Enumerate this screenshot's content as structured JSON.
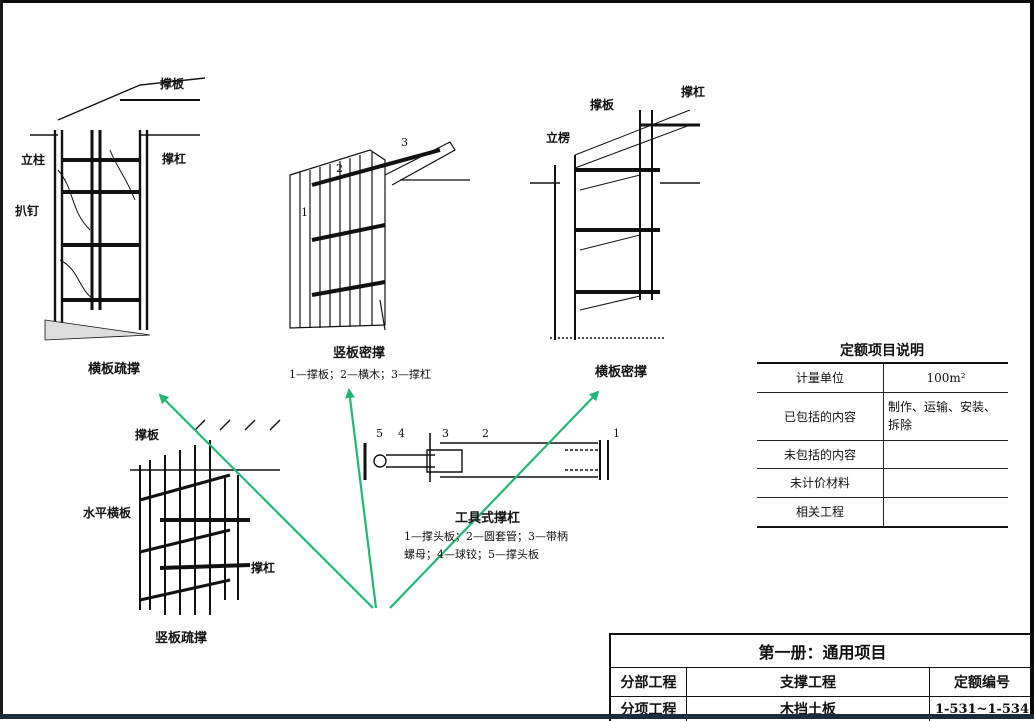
{
  "figures": {
    "horizontal_sparse": {
      "caption": "横板疏撑",
      "labels": {
        "brace_board": "撑板",
        "post": "立柱",
        "strut": "撑杠",
        "nail": "扒钉"
      }
    },
    "vertical_dense": {
      "caption": "竖板密撑",
      "legend": "1—撑板；2—横木；3—撑杠",
      "numbers": [
        "1",
        "2",
        "3"
      ]
    },
    "horizontal_dense": {
      "caption": "横板密撑",
      "labels": {
        "brace_board": "撑板",
        "strut": "撑杠",
        "waler": "立楞"
      }
    },
    "vertical_sparse": {
      "caption": "竖板疏撑",
      "labels": {
        "brace_board": "撑板",
        "horizontal_board": "水平横板",
        "strut": "撑杠"
      }
    },
    "tool_strut": {
      "caption": "工具式撑杠",
      "legend_line1": "1—撑头板；2—圆套管；3—带柄",
      "legend_line2": "螺母；4—球铰；5—撑头板",
      "numbers": [
        "5",
        "4",
        "3",
        "2",
        "1"
      ]
    }
  },
  "quota_table": {
    "title": "定额项目说明",
    "rows": [
      {
        "key": "计量单位",
        "value": "100m²"
      },
      {
        "key": "已包括的内容",
        "value": "制作、运输、安装、拆除"
      },
      {
        "key": "未包括的内容",
        "value": ""
      },
      {
        "key": "未计价材料",
        "value": ""
      },
      {
        "key": "相关工程",
        "value": ""
      }
    ]
  },
  "title_block": {
    "volume": "第一册：通用项目",
    "section_label": "分部工程",
    "section_value": "支撑工程",
    "quota_no_label": "定额编号",
    "item_label": "分项工程",
    "item_value": "木挡土板",
    "quota_no_value": "1-531~1-534"
  },
  "colors": {
    "annotation_arrows": "#22b573",
    "ink": "#111111",
    "frame": "#0a0a0a"
  }
}
